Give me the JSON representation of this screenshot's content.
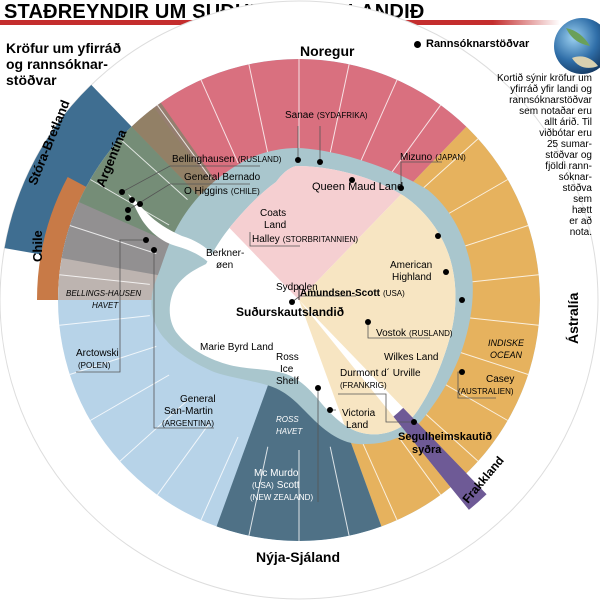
{
  "title": "STAÐREYNDIR UM SUÐURSKAUTSLANDIÐ",
  "subtitle": "Kröfur um yfirráð\nog rannsóknar-\nstöðvar",
  "legend_label": "Rannsóknarstöðvar",
  "info_text": "Kortið sýnir kröfur um\nyfirráð yfir landi og\nrannsóknarstöðvar\nsem notaðar eru\nallt árið. Til\nviðbótar eru\n25 sumar-\nstöðvar og\nfjöldi rann-\nsóknar-\nstöðva\nsem\nhætt\ner að\nnota.",
  "center_label": "Suðurskautslandið",
  "claims": {
    "norway": "Noregur",
    "australia": "Ástralía",
    "new_zealand": "Nýja-Sjáland",
    "france": "Frakkland",
    "chile": "Chile",
    "argentina": "Argentína",
    "uk": "Stóra-Bretland"
  },
  "geo": {
    "queen_maud": "Queen Maud Land",
    "coats_1": "Coats",
    "coats_2": "Land",
    "berkner_1": "Berkner-",
    "berkner_2": "øen",
    "bellingshausen_sea_1": "BELLINGS-HAUSEN",
    "bellingshausen_sea_2": "HAVET",
    "marie_byrd": "Marie Byrd Land",
    "ross_shelf_1": "Ross",
    "ross_shelf_2": "Ice",
    "ross_shelf_3": "Shelf",
    "ross_sea_1": "ROSS",
    "ross_sea_2": "HAVET",
    "victoria_1": "Victoria",
    "victoria_2": "Land",
    "wilkes": "Wilkes Land",
    "american_highland_1": "American",
    "american_highland_2": "Highland",
    "indian_ocean_1": "INDISKE",
    "indian_ocean_2": "OCEAN",
    "sydpolen": "Sydpolen",
    "magnetic_pole_1": "Segulheimskautið",
    "magnetic_pole_2": "syðra"
  },
  "stations": {
    "sanae": {
      "name": "Sanae",
      "country": "(SYDAFRIKA)"
    },
    "mizuno": {
      "name": "Mizuno",
      "country": "(JAPAN)"
    },
    "bellingshausen": {
      "name": "Bellinghausen",
      "country": "(RUSLAND)"
    },
    "ohiggins": {
      "name_1": "General Bernado",
      "name_2": "O Higgins",
      "country": "(CHILE)"
    },
    "halley": {
      "name": "Halley",
      "country": "(STORBRITANNIEN)"
    },
    "amundsen": {
      "name": "Amundsen-Scott",
      "country": "(USA)"
    },
    "vostok": {
      "name": "Vostok",
      "country": "(RUSLAND)"
    },
    "arctowski": {
      "name": "Arctowski",
      "country": "(POLEN)"
    },
    "san_martin": {
      "name_1": "General",
      "name_2": "San-Martin",
      "country": "(ARGENTINA)"
    },
    "durmont": {
      "name": "Durmont d´ Urville",
      "country": "(FRANKRIG)"
    },
    "casey": {
      "name": "Casey",
      "country": "(AUSTRALIEN)"
    },
    "mcmurdo": {
      "name_1": "Mc Murdo",
      "name_2": "Scott",
      "country_1": "(USA)",
      "country_2": "(NEW ZEALAND)"
    }
  },
  "colors": {
    "norway": "#d9707f",
    "australia": "#e6b25e",
    "new_zealand": "#4f7186",
    "france": "#6e5a96",
    "chile": "#c87a47",
    "argentina": "#5d8a62",
    "uk": "#3f6e91",
    "unclaimed": "#b7d3e8",
    "ice_pink": "#f5cfd1",
    "ice_yellow": "#f7e5c2",
    "ice_white": "#ffffff",
    "shelf": "#a9c6cd",
    "title_line": "#c42e2e"
  }
}
